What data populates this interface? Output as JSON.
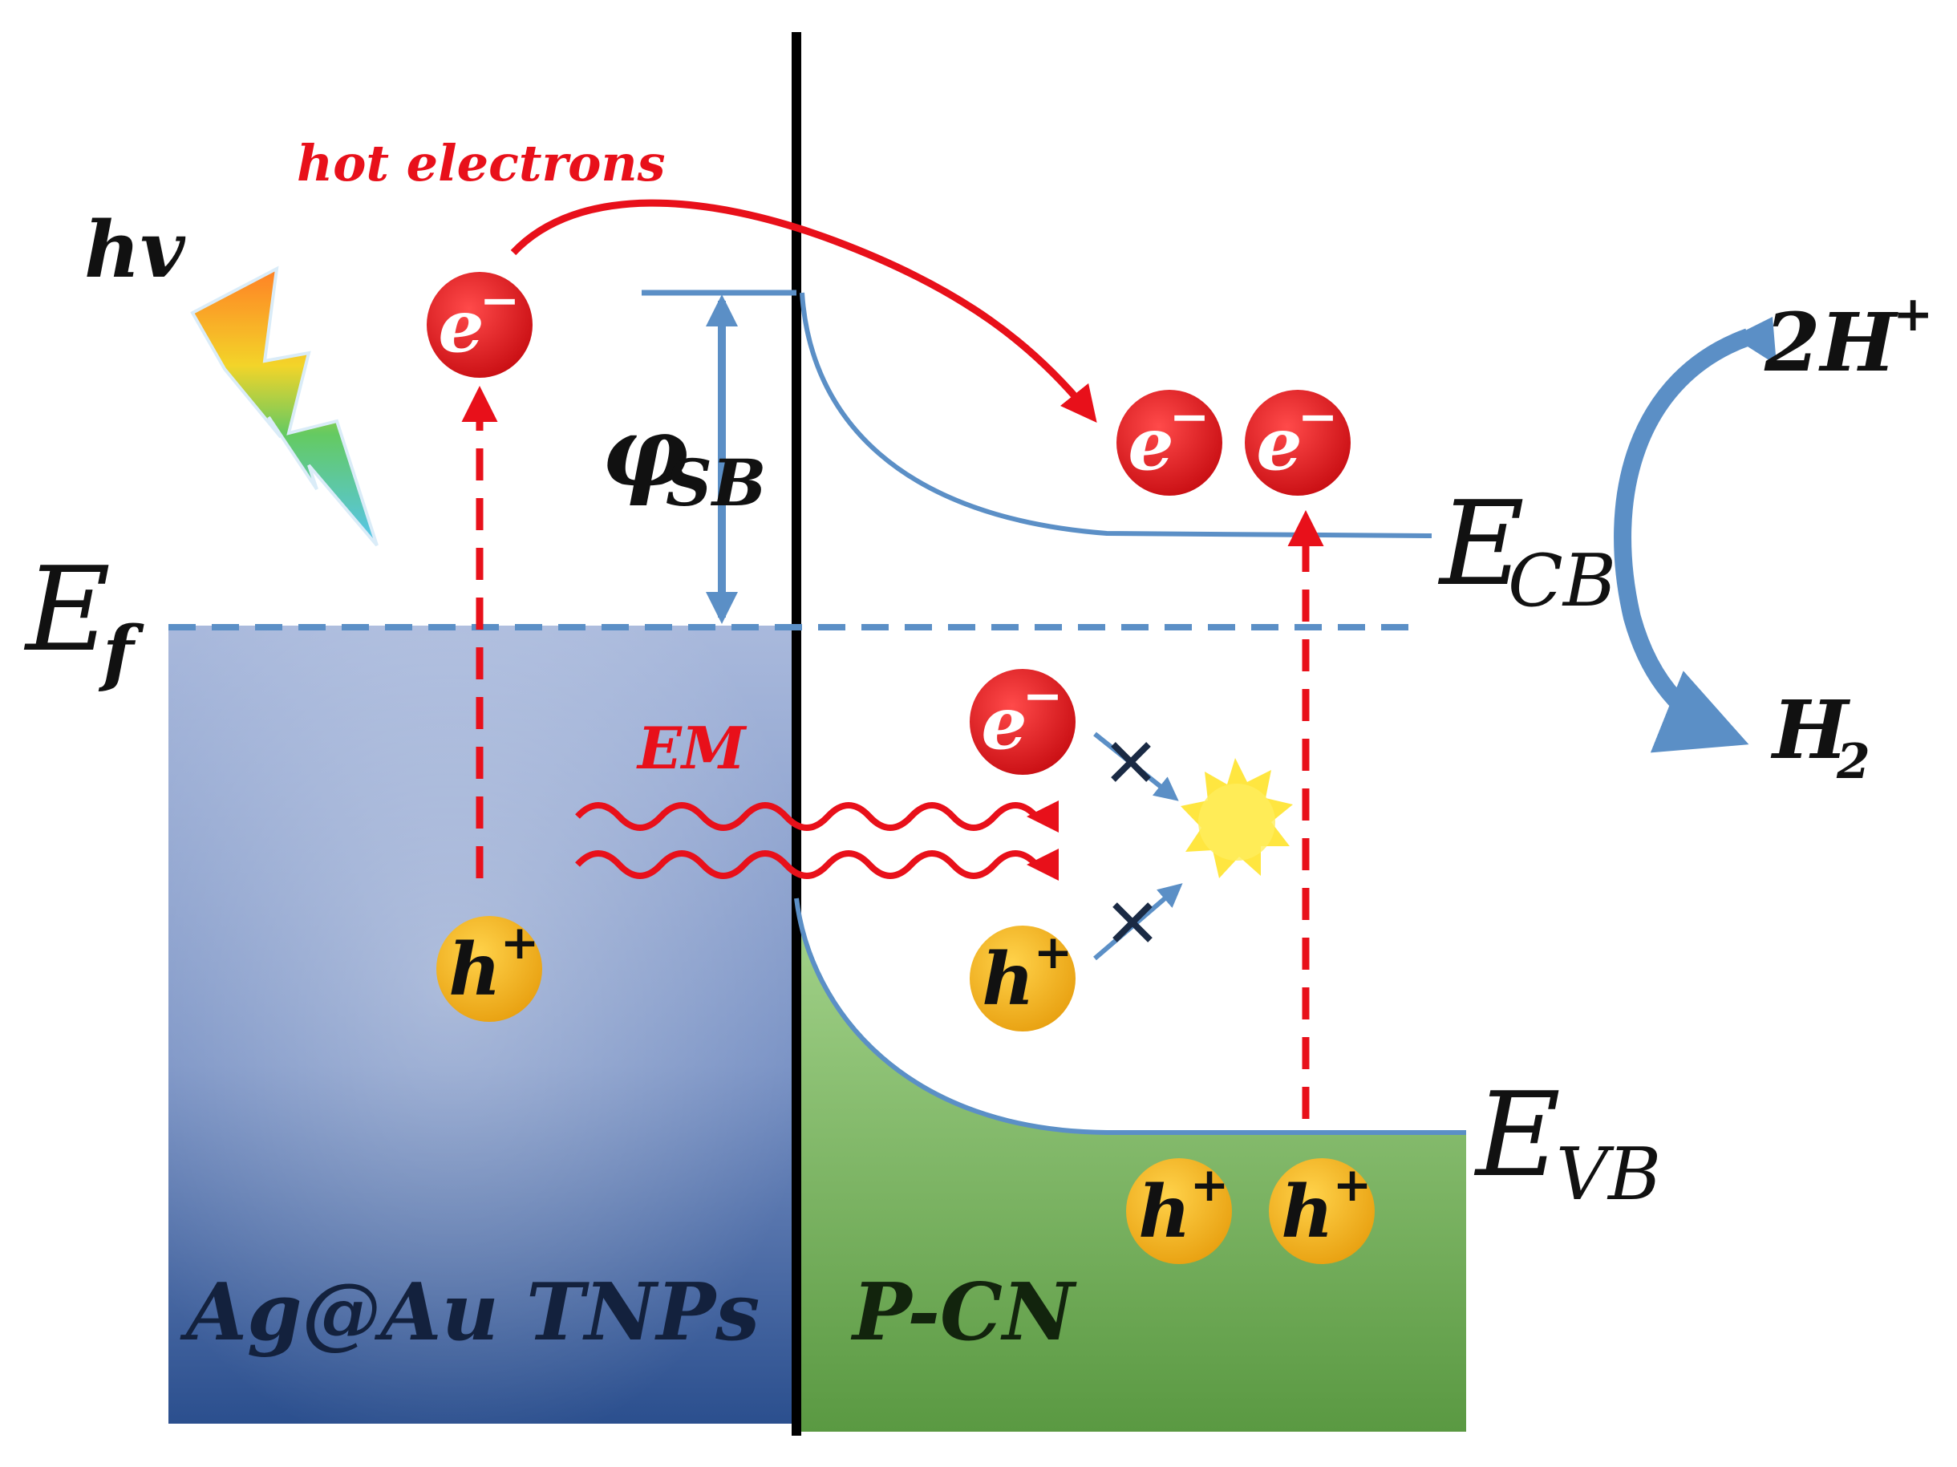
{
  "labels": {
    "hv": "hv",
    "hot_electrons": "hot electrons",
    "phi_main": "φ",
    "phi_sub": "SB",
    "ef_main": "E",
    "ef_sub": "f",
    "ecb_main": "E",
    "ecb_sub": "CB",
    "evb_main": "E",
    "evb_sub": "VB",
    "em": "EM",
    "two_h_main": "2H",
    "two_h_sup": "+",
    "h2_main": "H",
    "h2_sub": "2",
    "metal": "Ag@Au TNPs",
    "semiconductor": "P-CN"
  },
  "particles": {
    "electron_main": "e",
    "electron_sup": "−",
    "hole_main": "h",
    "hole_sup": "+"
  },
  "colors": {
    "metal_top": "#9fb0d6",
    "metal_bottom": "#2b4f8e",
    "semiconductor_top": "#9fce86",
    "semiconductor_bottom": "#5b9a44",
    "band_line": "#5b8fc6",
    "hot_arrow": "#e8101a",
    "electron": "#e3131b",
    "hole": "#f2b41d",
    "interface": "#000000",
    "reaction_arrow": "#5b8fc6",
    "spark": "#ffe536"
  }
}
